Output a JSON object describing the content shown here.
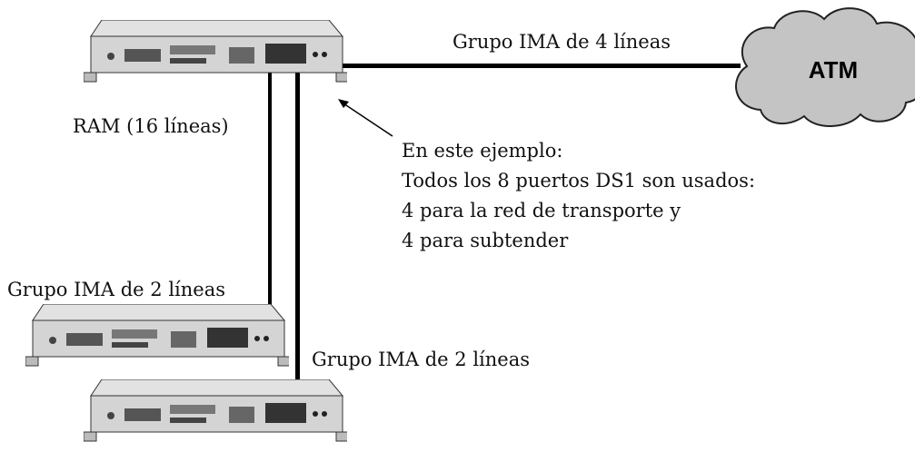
{
  "labels": {
    "top_group": "Grupo IMA de 4 líneas",
    "ram": "RAM (16 líneas)",
    "left_group": "Grupo IMA de 2 líneas",
    "bottom_group": "Grupo IMA de 2 líneas"
  },
  "cloud": {
    "label": "ATM"
  },
  "note": {
    "lines": [
      "En este ejemplo:",
      "Todos los 8 puertos DS1 son usados:",
      "4 para la red de transporte y",
      "4 para subtender"
    ]
  },
  "colors": {
    "line": "#000000",
    "device_body": "#d8d8d8",
    "cloud": "#c4c4c4"
  }
}
